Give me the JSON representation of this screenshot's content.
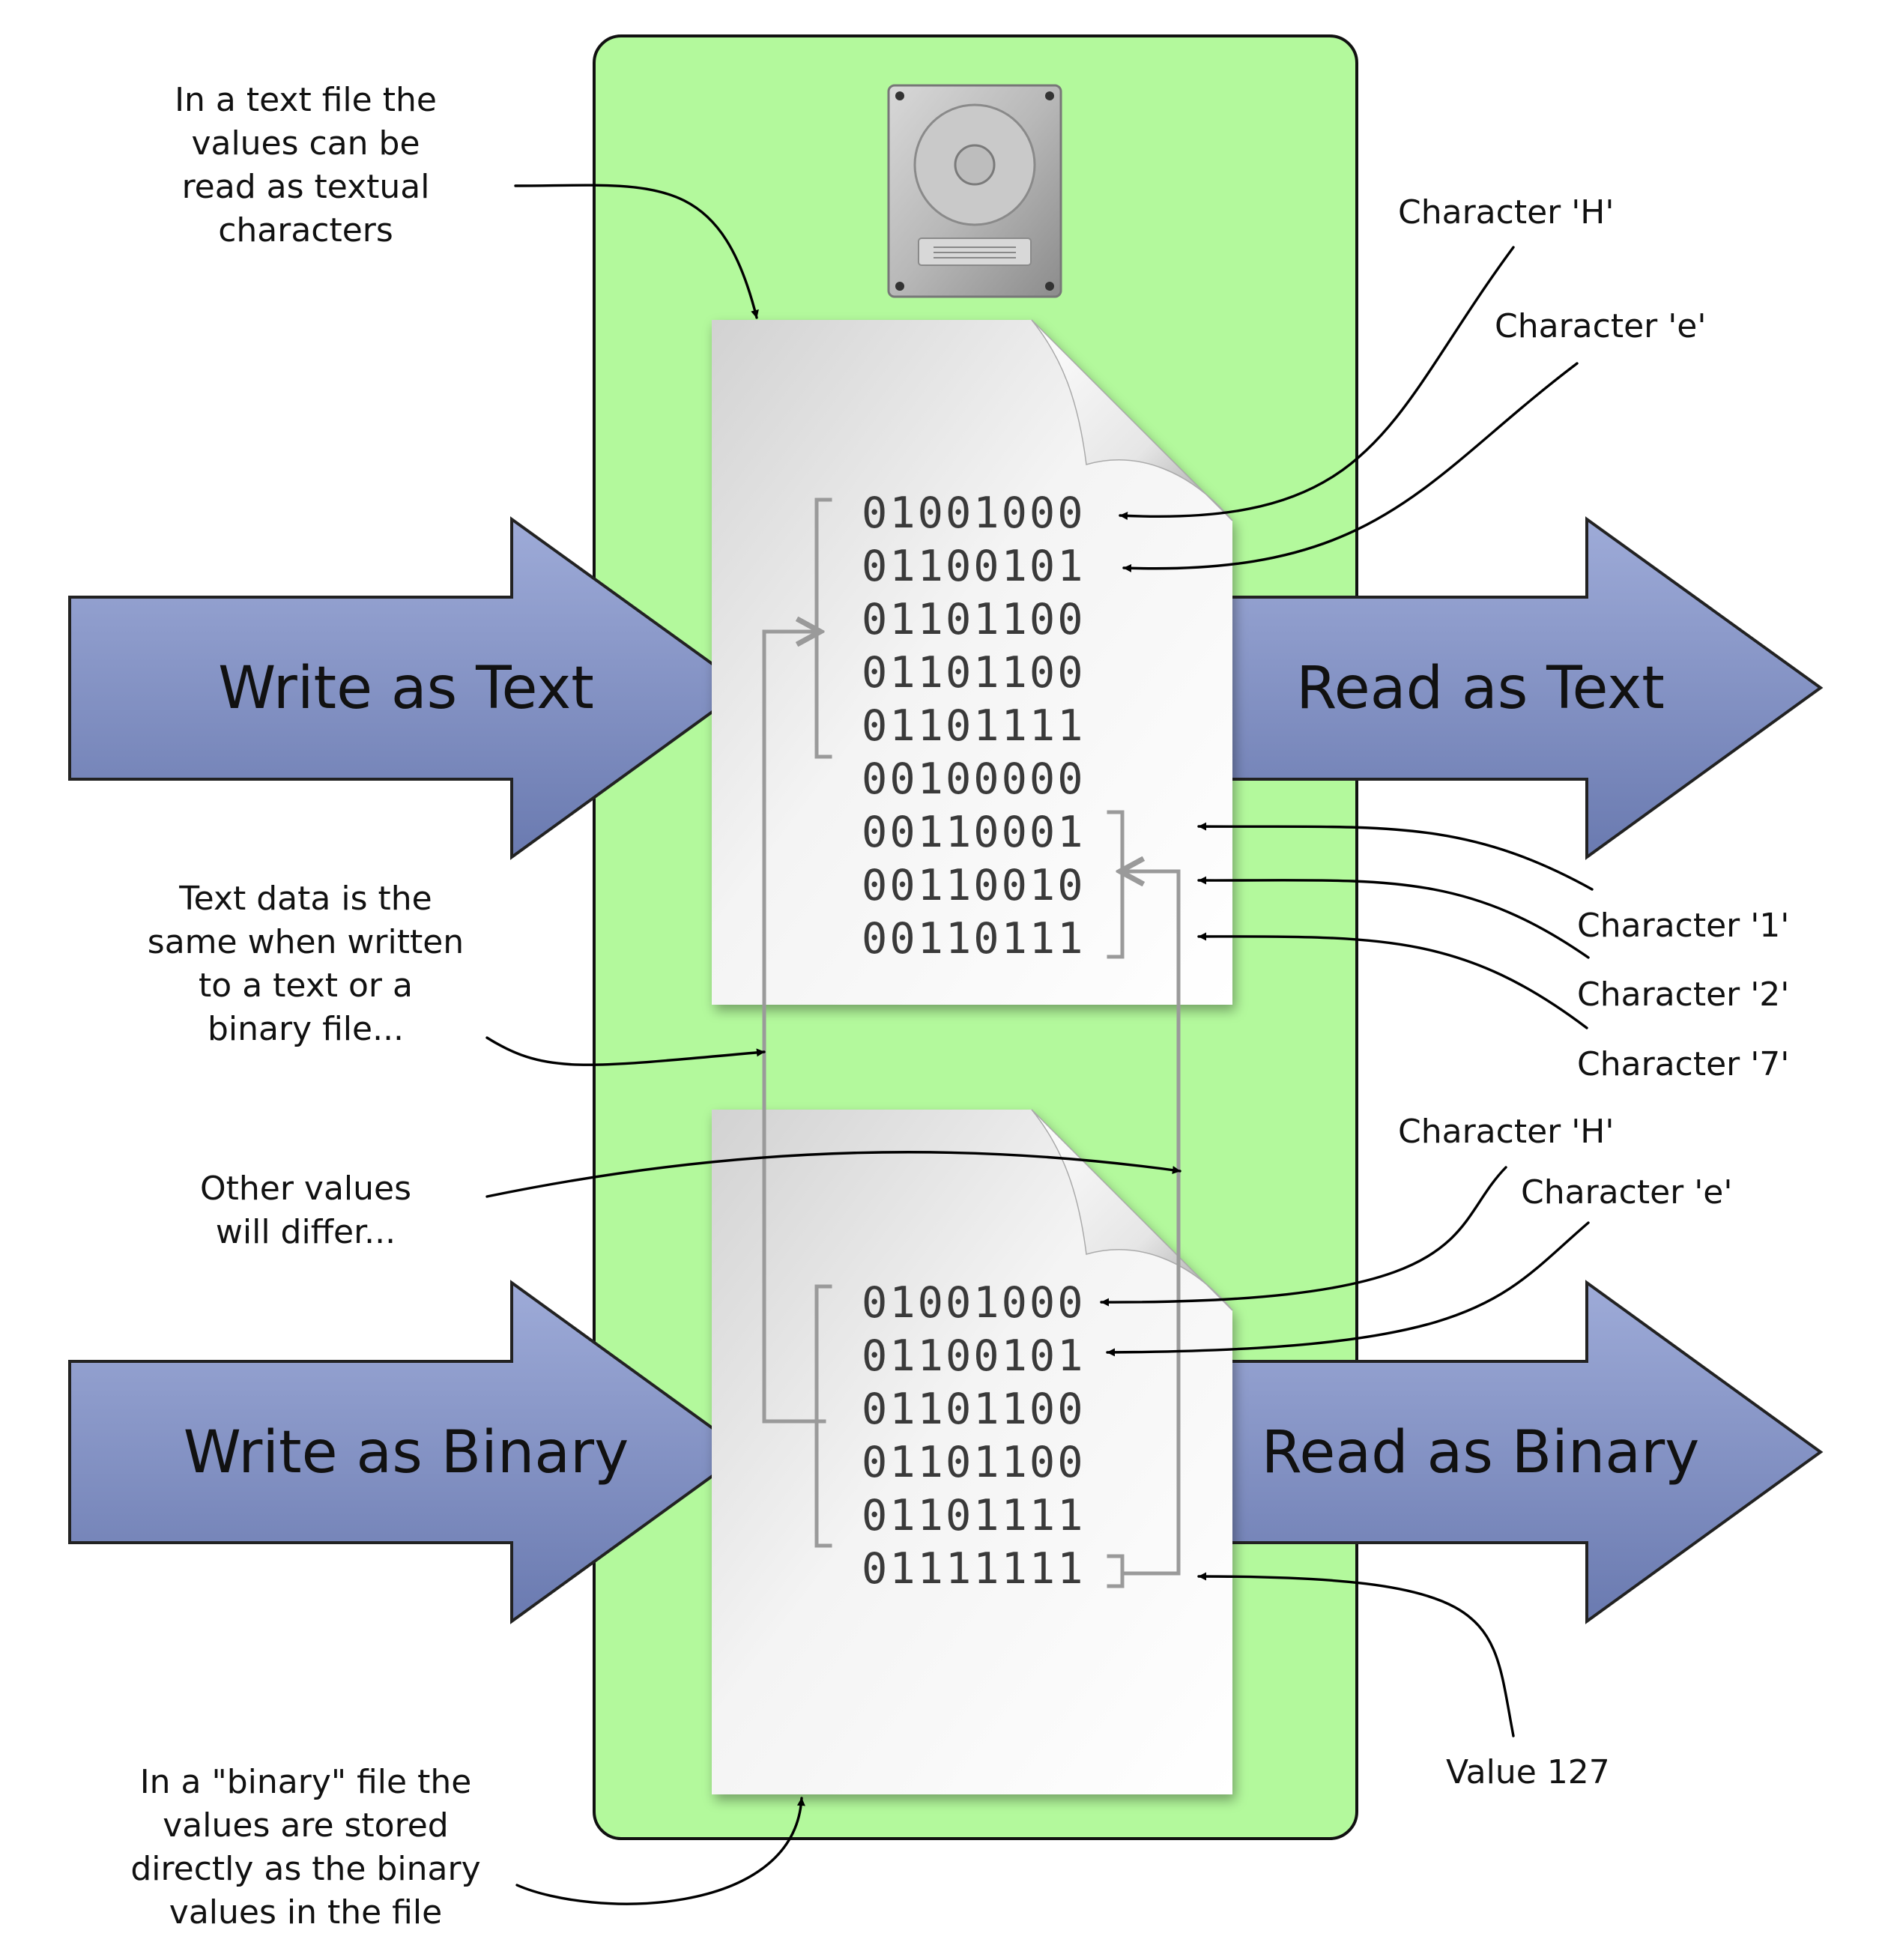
{
  "annotations": {
    "text_file_note": [
      "In a text file the",
      "values can be",
      "read as textual",
      "characters"
    ],
    "same_note": [
      "Text data is the",
      "same when written",
      "to a text or a",
      "binary file..."
    ],
    "differ_note": [
      "Other values",
      "will differ..."
    ],
    "binary_file_note": [
      "In a \"binary\" file the",
      "values are stored",
      "directly as the binary",
      "values in the file"
    ]
  },
  "arrows": {
    "write_text": "Write as Text",
    "read_text": "Read as Text",
    "write_binary": "Write as Binary",
    "read_binary": "Read as Binary"
  },
  "text_file": {
    "bytes": [
      "01001000",
      "01100101",
      "01101100",
      "01101100",
      "01101111",
      "00100000",
      "00110001",
      "00110010",
      "00110111"
    ],
    "labels": [
      "Character 'H'",
      "Character 'e'",
      "Character '1'",
      "Character '2'",
      "Character '7'"
    ]
  },
  "binary_file": {
    "bytes": [
      "01001000",
      "01100101",
      "01101100",
      "01101100",
      "01101111",
      "01111111"
    ],
    "labels": [
      "Character 'H'",
      "Character 'e'",
      "Value 127"
    ]
  },
  "colors": {
    "panel": "#b3f99c",
    "arrow_top": "#9aa8d6",
    "arrow_bottom": "#6f7fb4"
  },
  "icons": [
    "hard-drive-icon",
    "text-file-icon",
    "binary-file-icon"
  ]
}
